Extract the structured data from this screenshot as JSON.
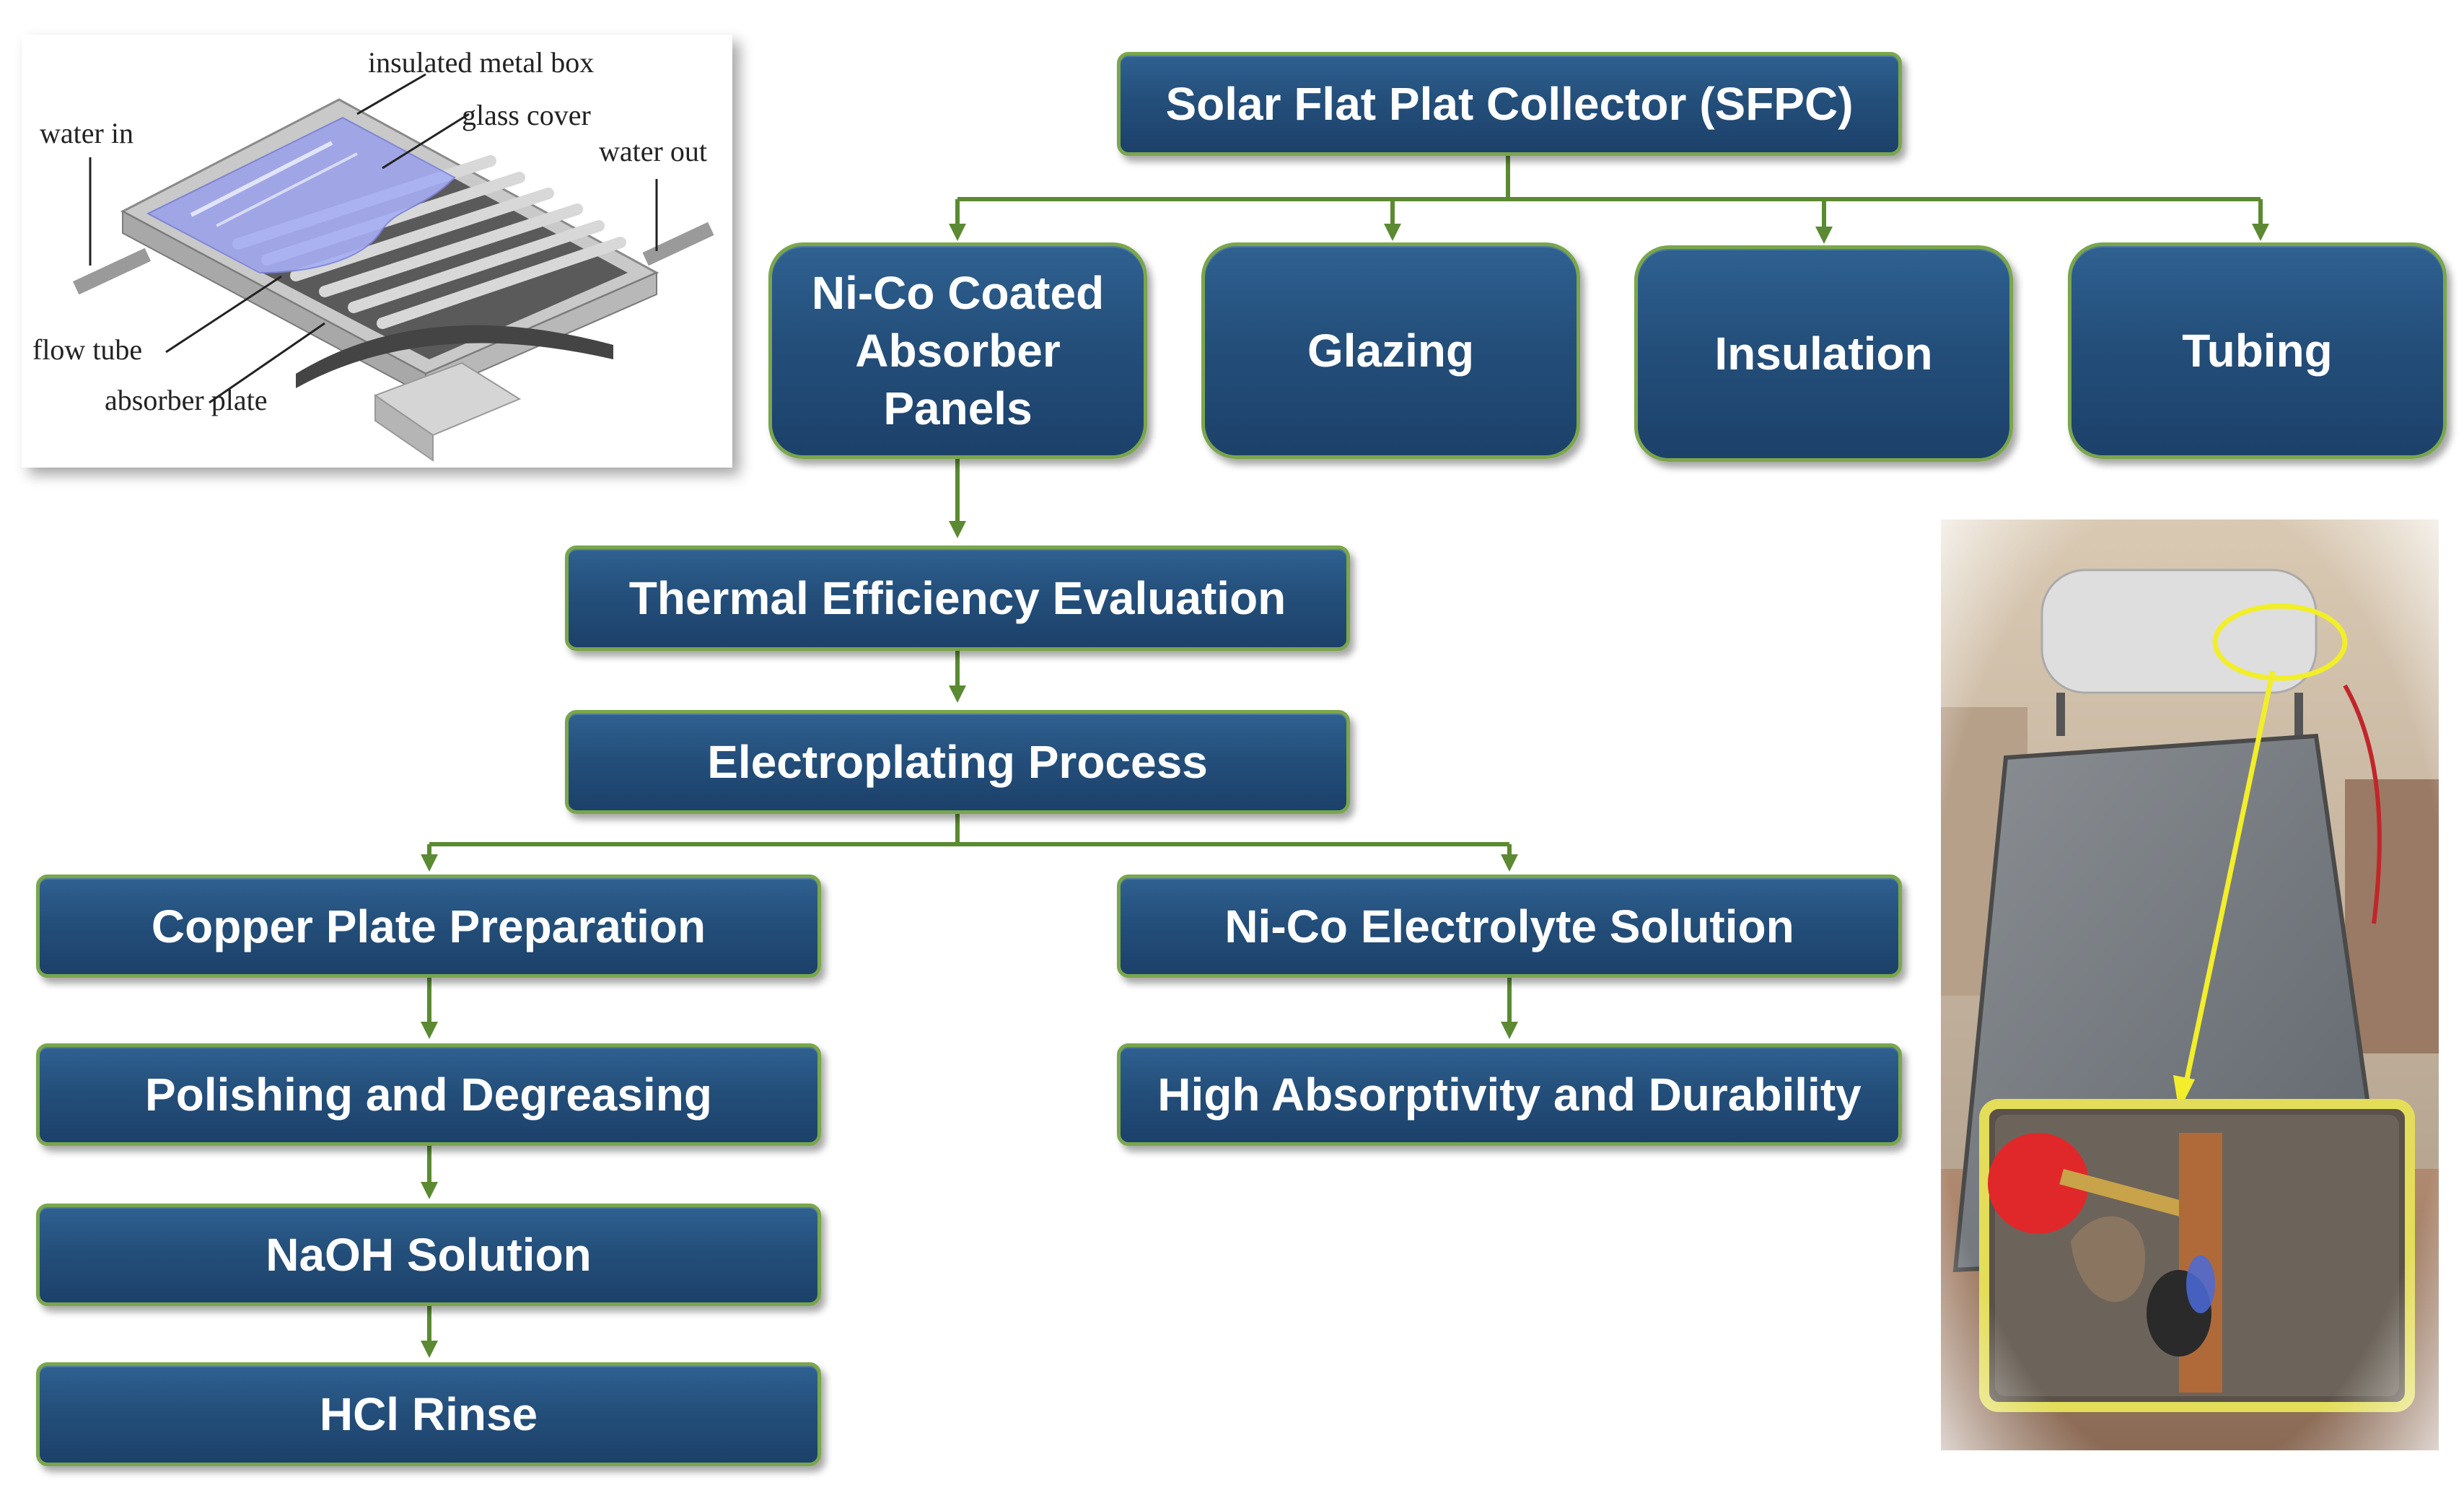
{
  "root": "Solar Flat Plat Collector (SFPC)",
  "components": [
    "Ni-Co Coated Absorber Panels",
    "Glazing",
    "Insulation",
    "Tubing"
  ],
  "thermal": "Thermal Efficiency Evaluation",
  "electroplating": "Electroplating Process",
  "left_branch": [
    "Copper Plate Preparation",
    "Polishing and Degreasing",
    "NaOH Solution",
    "HCl Rinse"
  ],
  "right_branch": [
    "Ni-Co Electrolyte Solution",
    "High Absorptivity and Durability"
  ],
  "collector_diagram": {
    "labels": {
      "insulated_metal_box": "insulated metal box",
      "glass_cover": "glass cover",
      "water_in": "water in",
      "water_out": "water out",
      "flow_tube": "flow tube",
      "absorber_plate": "absorber plate"
    }
  },
  "colors": {
    "box_fill": "#244f7b",
    "box_border": "#7aa64c",
    "connector": "#5b8a32",
    "highlight": "#f2ee2a"
  }
}
